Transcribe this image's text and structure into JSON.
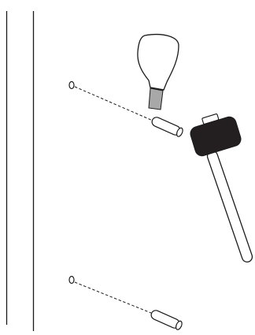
{
  "diagram": {
    "type": "installation-illustration",
    "parts": [
      "wall-panel",
      "drill-holes",
      "wall-anchors",
      "glue-bottle",
      "rubber-mallet"
    ],
    "colors": {
      "line": "#1a1a1a",
      "mallet_head": "#231f20",
      "nozzle": "#a8a8a8",
      "background": "#ffffff"
    },
    "guide_line_style": "dashed"
  }
}
